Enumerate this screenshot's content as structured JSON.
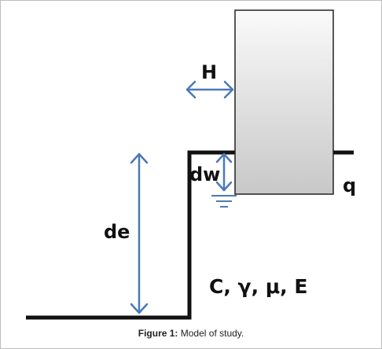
{
  "figure": {
    "labels": {
      "horizontal_load": "H",
      "water_depth": "dw",
      "embedment_depth": "de",
      "surcharge": "q",
      "soil_parameters": "C, γ, μ, E"
    },
    "caption": {
      "label": "Figure 1:",
      "text": " Model of study."
    }
  },
  "colors": {
    "arrow": "#4a7ab8",
    "ground_line": "#111111",
    "block_fill_top": "#fafafa",
    "block_fill_bottom": "#c8c8c8",
    "block_border": "#222222",
    "water_symbol": "#4a7ab8"
  }
}
